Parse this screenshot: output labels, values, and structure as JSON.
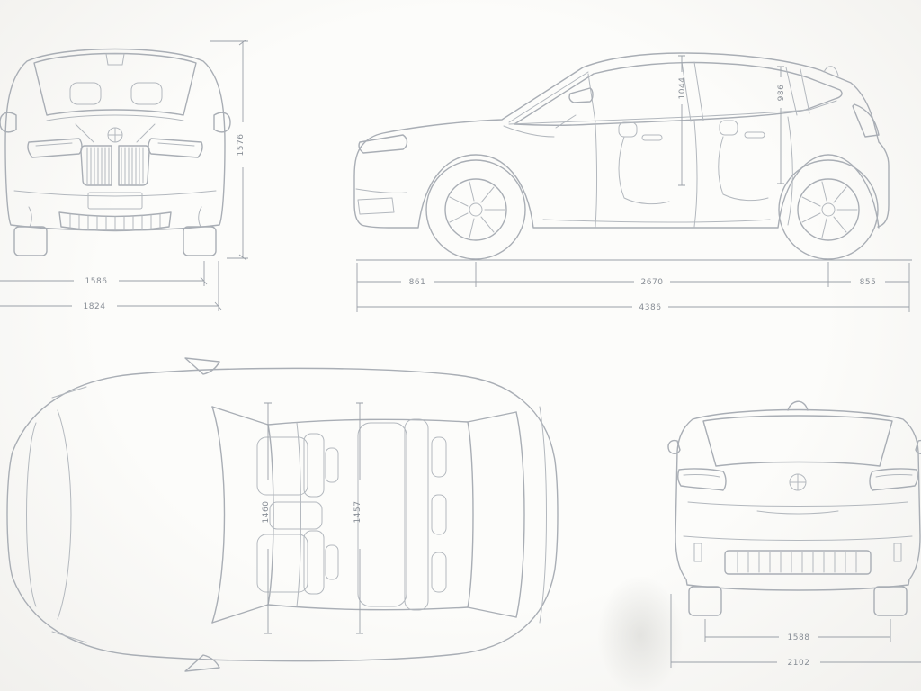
{
  "meta": {
    "background_color": "#fbfbf9",
    "car_line_color": "#a9aeb5",
    "dimension_line_color": "#9aa0a8",
    "dimension_text_color": "#878d95"
  },
  "views": {
    "front": {
      "height_mm": "1576",
      "track_width_mm": "1586",
      "overall_width_mm": "1824"
    },
    "side": {
      "front_headroom_mm": "1044",
      "rear_headroom_mm": "986",
      "front_overhang_mm": "861",
      "wheelbase_mm": "2670",
      "rear_overhang_mm": "855",
      "overall_length_mm": "4386"
    },
    "top": {
      "front_interior_width_mm": "1460",
      "rear_interior_width_mm": "1457"
    },
    "rear": {
      "track_width_mm": "1588",
      "overall_width_mm": "2102"
    }
  }
}
